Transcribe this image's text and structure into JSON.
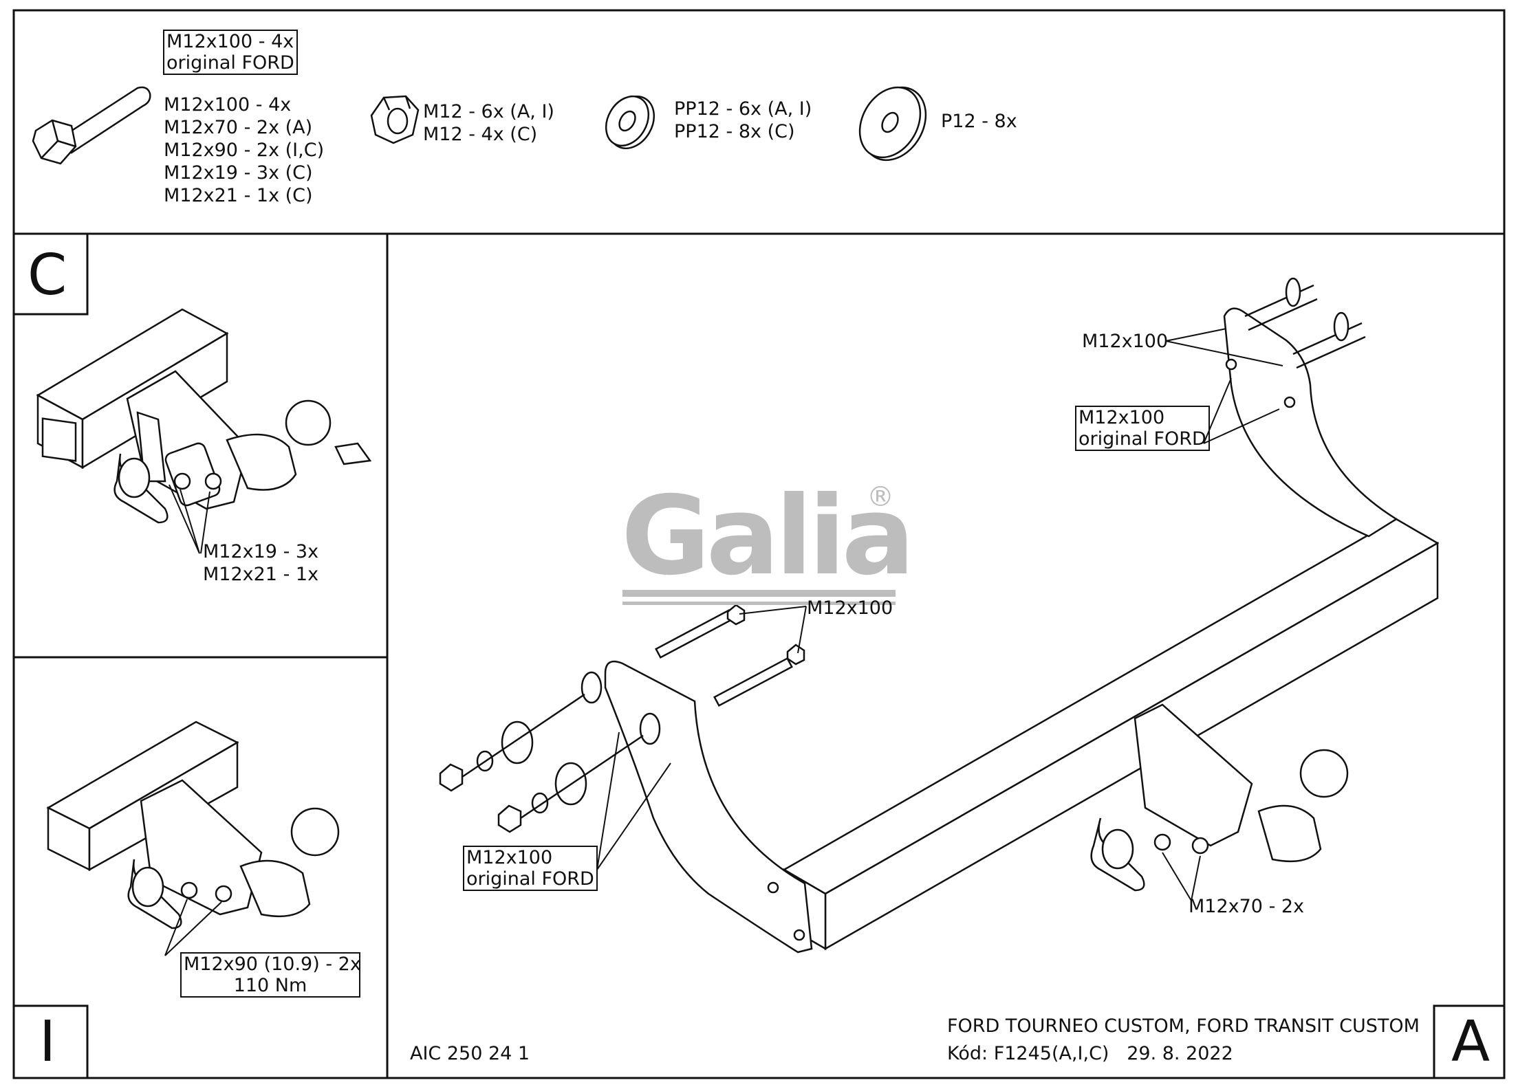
{
  "hardware": {
    "bolt_original": [
      "M12x100 - 4x",
      "original FORD"
    ],
    "bolt": [
      "M12x100 - 4x",
      "M12x70 - 2x (A)",
      "M12x90 - 2x (I,C)",
      "M12x19 - 3x (C)",
      "M12x21 - 1x (C)"
    ],
    "nut": [
      "M12 - 6x (A, I)",
      "M12 - 4x (C)"
    ],
    "spring_washer": [
      "PP12 - 6x (A, I)",
      "PP12 - 8x (C)"
    ],
    "flat_washer": "P12 - 8x"
  },
  "panel_c": {
    "letter": "C",
    "label": [
      "M12x19 - 3x",
      "M12x21 - 1x"
    ]
  },
  "panel_i": {
    "letter": "I",
    "label": [
      "M12x90 (10.9) - 2x",
      "110 Nm"
    ]
  },
  "main": {
    "letter": "A",
    "watermark": "Galia",
    "watermark_mark": "®",
    "right_bolts": "M12x100",
    "right_original": [
      "M12x100",
      "original FORD"
    ],
    "left_bolts": "M12x100",
    "left_original": [
      "M12x100",
      "original FORD"
    ],
    "ball_bolts": "M12x70 - 2x",
    "code": "AIC 250 24 1",
    "title_line1": "FORD TOURNEO CUSTOM, FORD TRANSIT CUSTOM",
    "title_line2": "Kód: F1245(A,I,C)   29. 8. 2022"
  }
}
